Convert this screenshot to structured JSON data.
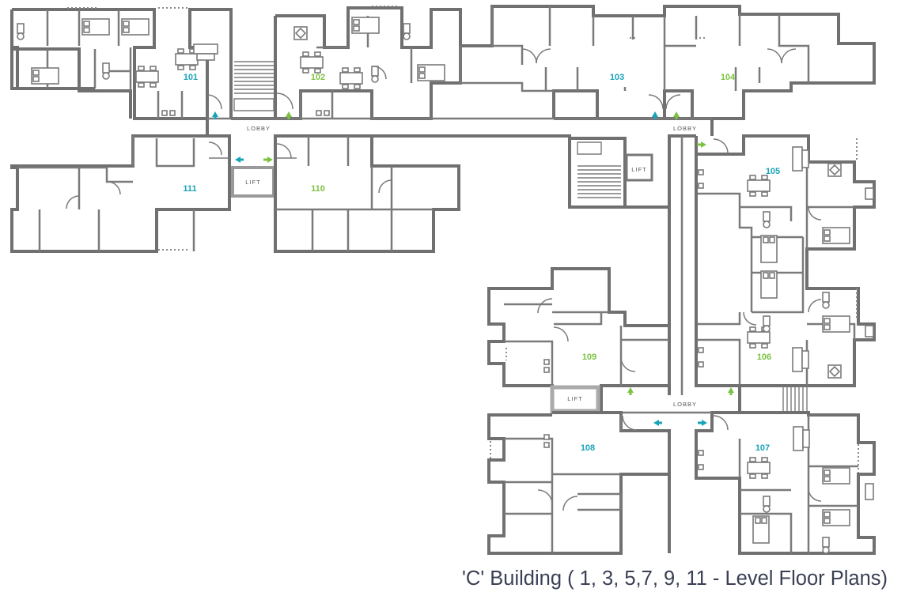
{
  "title": "'C' Building ( 1, 3, 5,7, 9, 11 - Level Floor Plans)",
  "colors": {
    "wall": "#707070",
    "unit_blue": "#1aa3b8",
    "unit_green": "#7cc242",
    "caption": "#3a3f53"
  },
  "units": [
    {
      "id": "101",
      "color": "blue"
    },
    {
      "id": "102",
      "color": "green"
    },
    {
      "id": "103",
      "color": "blue"
    },
    {
      "id": "104",
      "color": "green"
    },
    {
      "id": "105",
      "color": "blue"
    },
    {
      "id": "106",
      "color": "green"
    },
    {
      "id": "107",
      "color": "blue"
    },
    {
      "id": "108",
      "color": "blue"
    },
    {
      "id": "109",
      "color": "green"
    },
    {
      "id": "110",
      "color": "green"
    },
    {
      "id": "111",
      "color": "blue"
    }
  ],
  "lobby_label": "LOBBY",
  "lift_label": "LIFT"
}
